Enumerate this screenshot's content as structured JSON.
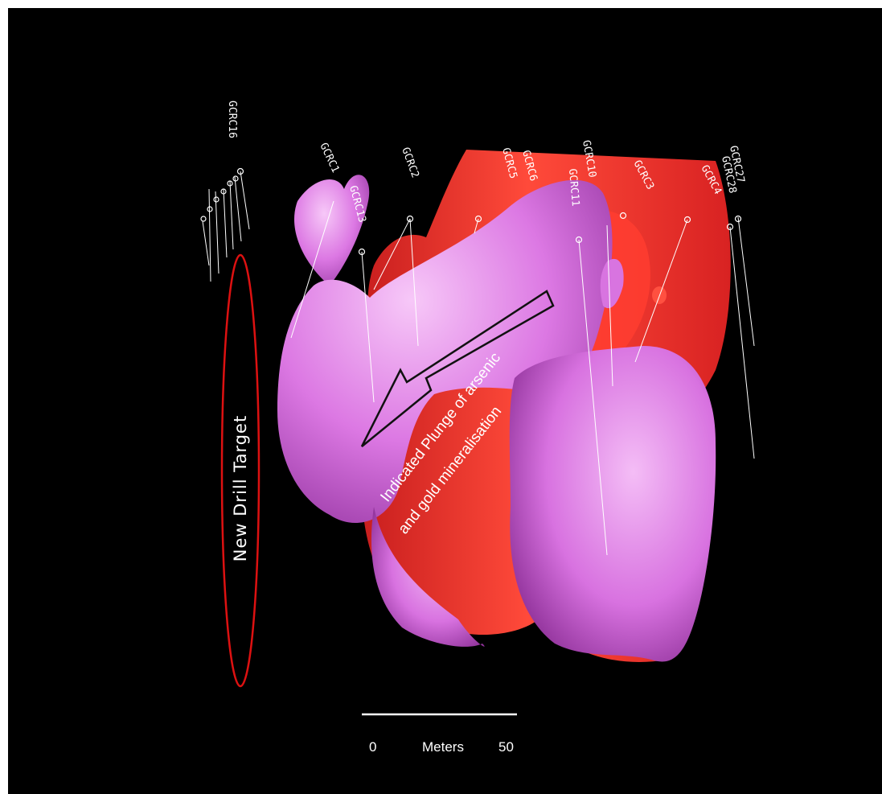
{
  "target_label": "New Drill Target",
  "annotation": {
    "line1": "Indicated Plunge of arsenic",
    "line2": "and gold mineralisation"
  },
  "scale_bar": {
    "start": "0",
    "unit": "Meters",
    "end": "50"
  },
  "drillhole_labels": {
    "gcrc1": "GCRC1",
    "gcrc2": "GCRC2",
    "gcrc3": "GCRC3",
    "gcrc4": "GCRC4",
    "gcrc11": "GCRC11",
    "gcrc16": "GCRC16",
    "gcrc27": "GCRC27",
    "gcrc28": "GCRC28",
    "gcrc13": "GCRC13",
    "gcrc5": "GCRC5",
    "gcrc6": "GCRC6",
    "gcrc10": "GCRC10"
  },
  "colors": {
    "background": "#000000",
    "arsenic_shell": "#ee2c2c",
    "gold_shell": "#e27ce8",
    "target_ellipse": "#dd1111"
  }
}
